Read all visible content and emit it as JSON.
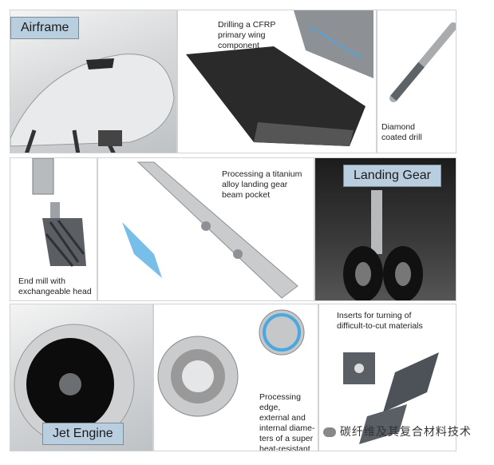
{
  "sections": {
    "airframe": {
      "label": "Airframe"
    },
    "landing_gear": {
      "label": "Landing Gear"
    },
    "jet_engine": {
      "label": "Jet Engine"
    }
  },
  "captions": {
    "wing": "Drilling a CFRP\nprimary wing\ncomponent",
    "drill": "Diamond\ncoated drill",
    "endmill": "End mill with\nexchangeable head",
    "beam": "Processing a titanium\nalloy landing gear\nbeam pocket",
    "inserts": "Inserts for turning of\ndifficult-to-cut materials",
    "disc": "Processing edge,\nexternal and\ninternal diame-\nters of a super\nheat-resistant\nalloy disc"
  },
  "watermark": {
    "text": "碳纤维及其复合材料技术",
    "icon": "wechat-icon"
  },
  "colors": {
    "label_bg": "#b9cfe0",
    "highlight": "#4aa8e0"
  }
}
